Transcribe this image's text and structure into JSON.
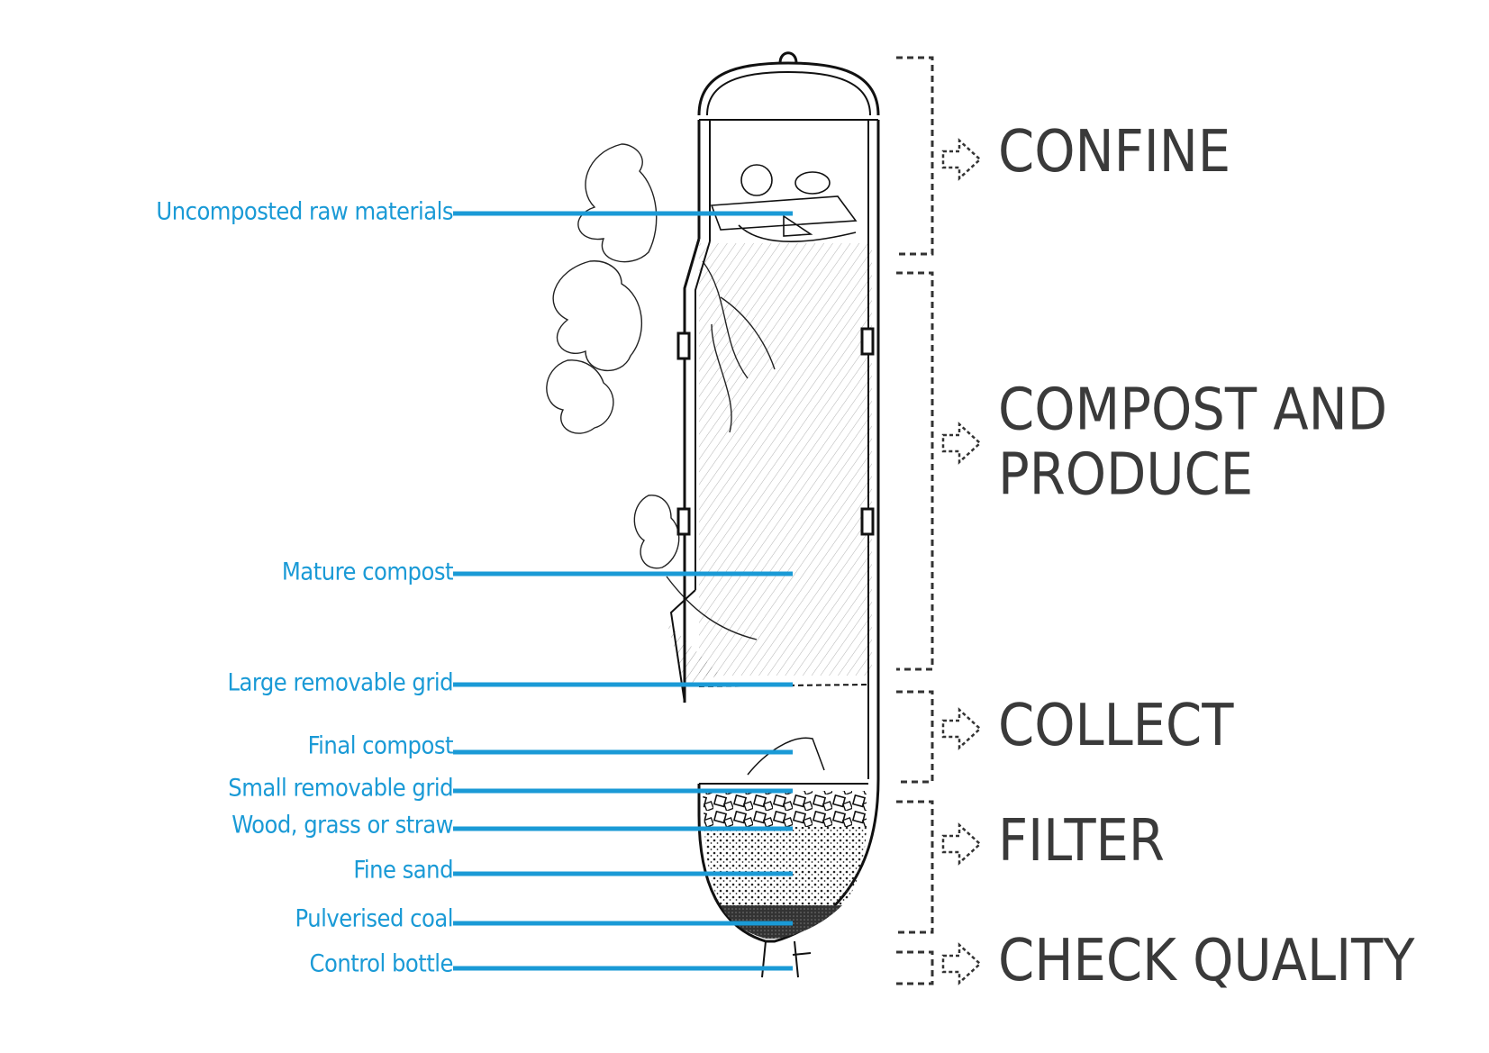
{
  "colors": {
    "label": "#1a9ad6",
    "stage": "#3a3a3a",
    "sketch": "#111111"
  },
  "labels": [
    {
      "text": "Uncomposted raw materials"
    },
    {
      "text": "Mature compost"
    },
    {
      "text": "Large removable grid"
    },
    {
      "text": "Final compost"
    },
    {
      "text": "Small removable grid"
    },
    {
      "text": "Wood, grass or straw"
    },
    {
      "text": "Fine sand"
    },
    {
      "text": "Pulverised coal"
    },
    {
      "text": "Control bottle"
    }
  ],
  "stages": [
    {
      "lines": [
        "CONFINE"
      ]
    },
    {
      "lines": [
        "COMPOST AND",
        "PRODUCE"
      ]
    },
    {
      "lines": [
        "COLLECT"
      ]
    },
    {
      "lines": [
        "FILTER"
      ]
    },
    {
      "lines": [
        "CHECK QUALITY"
      ]
    }
  ]
}
